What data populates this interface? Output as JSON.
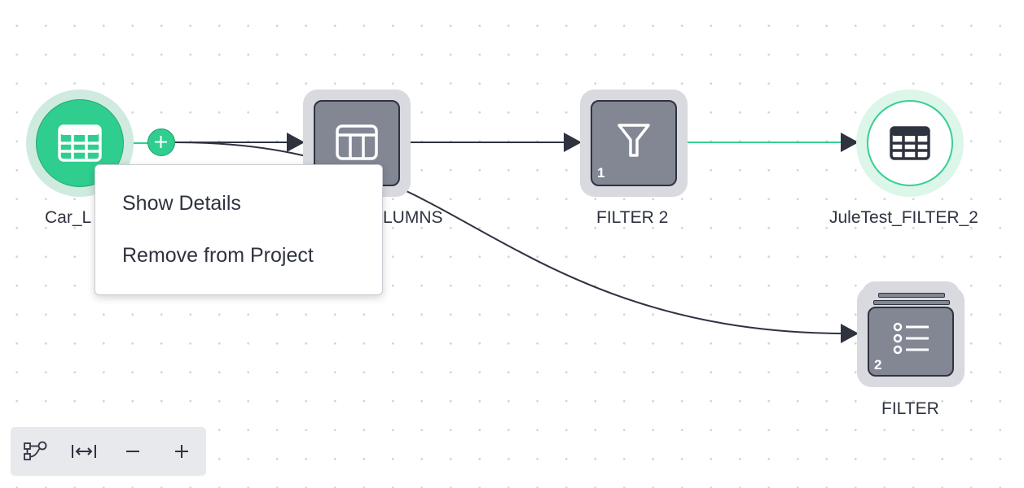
{
  "nodes": {
    "source": {
      "label": "Car_L",
      "icon": "table-icon"
    },
    "select_columns": {
      "label": "LUMNS",
      "icon": "columns-icon"
    },
    "filter2": {
      "label": "FILTER 2",
      "icon": "funnel-icon",
      "badge": "1"
    },
    "output": {
      "label": "JuleTest_FILTER_2",
      "icon": "table-icon"
    },
    "filter": {
      "label": "FILTER",
      "icon": "list-icon",
      "badge": "2"
    }
  },
  "add_button": {
    "icon": "plus-icon"
  },
  "context_menu": {
    "items": [
      "Show Details",
      "Remove from Project"
    ]
  },
  "toolbar": {
    "buttons": [
      "flow-layout-icon",
      "fit-width-icon",
      "zoom-out-icon",
      "zoom-in-icon"
    ]
  },
  "colors": {
    "dataset_green": "#2fce8f",
    "operator_gray": "#838794",
    "edge_dark": "#2f3340",
    "edge_green": "#38cf93"
  }
}
